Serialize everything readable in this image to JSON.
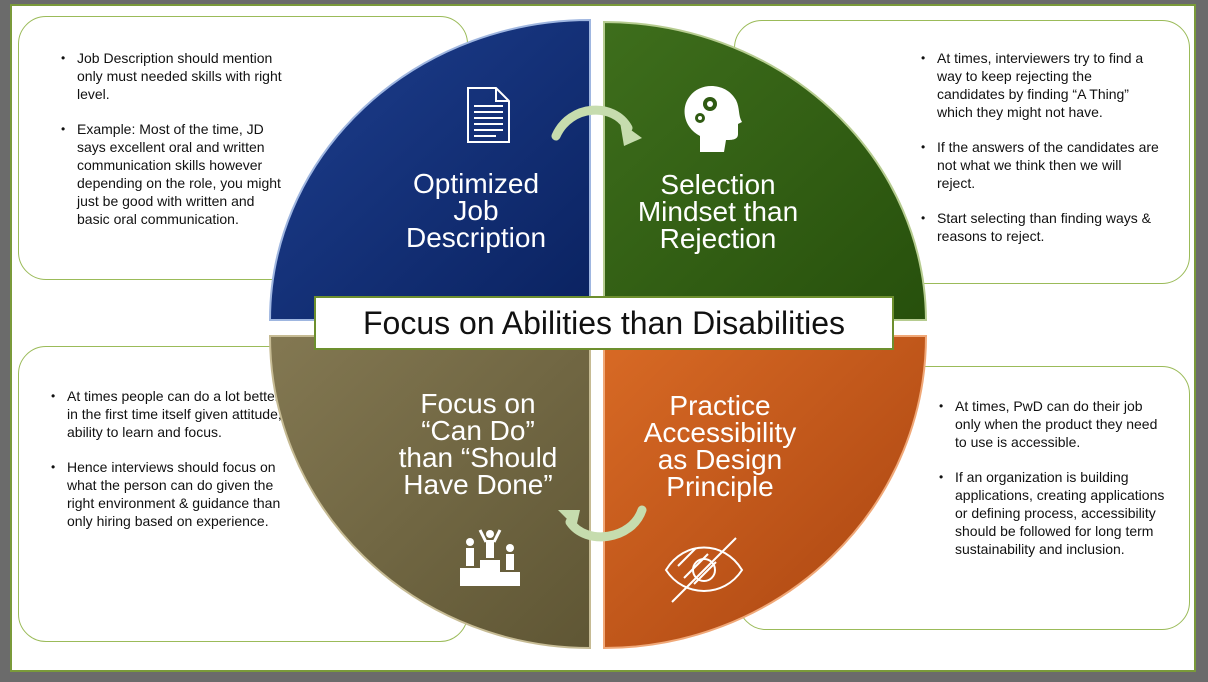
{
  "center_title": "Focus on Abilities than Disabilities",
  "quadrants": {
    "top_left": {
      "label_lines": [
        "Optimized",
        "Job",
        "Description"
      ],
      "color": "#0d2a6e",
      "icon": "document-icon"
    },
    "top_right": {
      "label_lines": [
        "Selection",
        "Mindset than",
        "Rejection"
      ],
      "color": "#2f5a12",
      "icon": "head-gears-icon"
    },
    "bottom_left": {
      "label_lines": [
        "Focus on",
        "“Can Do”",
        "than “Should",
        "Have Done”"
      ],
      "color": "#6f6540",
      "icon": "podium-people-icon"
    },
    "bottom_right": {
      "label_lines": [
        "Practice",
        "Accessibility",
        "as Design",
        "Principle"
      ],
      "color": "#c0561a",
      "icon": "eye-crossed-icon"
    }
  },
  "notes": {
    "top_left": [
      "Job Description should mention only must needed skills with right level.",
      "Example: Most of the time, JD says excellent oral and written communication skills however depending on the role, you might just be good with written and basic oral communication."
    ],
    "top_right": [
      "At times, interviewers try to find a way to keep rejecting the candidates by finding “A Thing” which they might not have.",
      "If the answers of the candidates are not what we think then we will reject.",
      "Start selecting than finding ways & reasons to reject."
    ],
    "bottom_left": [
      "At times people can do a lot better in the first time itself given attitude, ability to learn and focus.",
      "Hence interviews should focus on what the person can do given the right environment & guidance than only hiring based on experience."
    ],
    "bottom_right": [
      "At times, PwD can do their job only when the product they need to use is accessible.",
      "If an organization is building applications, creating applications or defining process, accessibility should be followed for long term sustainability and inclusion."
    ]
  }
}
